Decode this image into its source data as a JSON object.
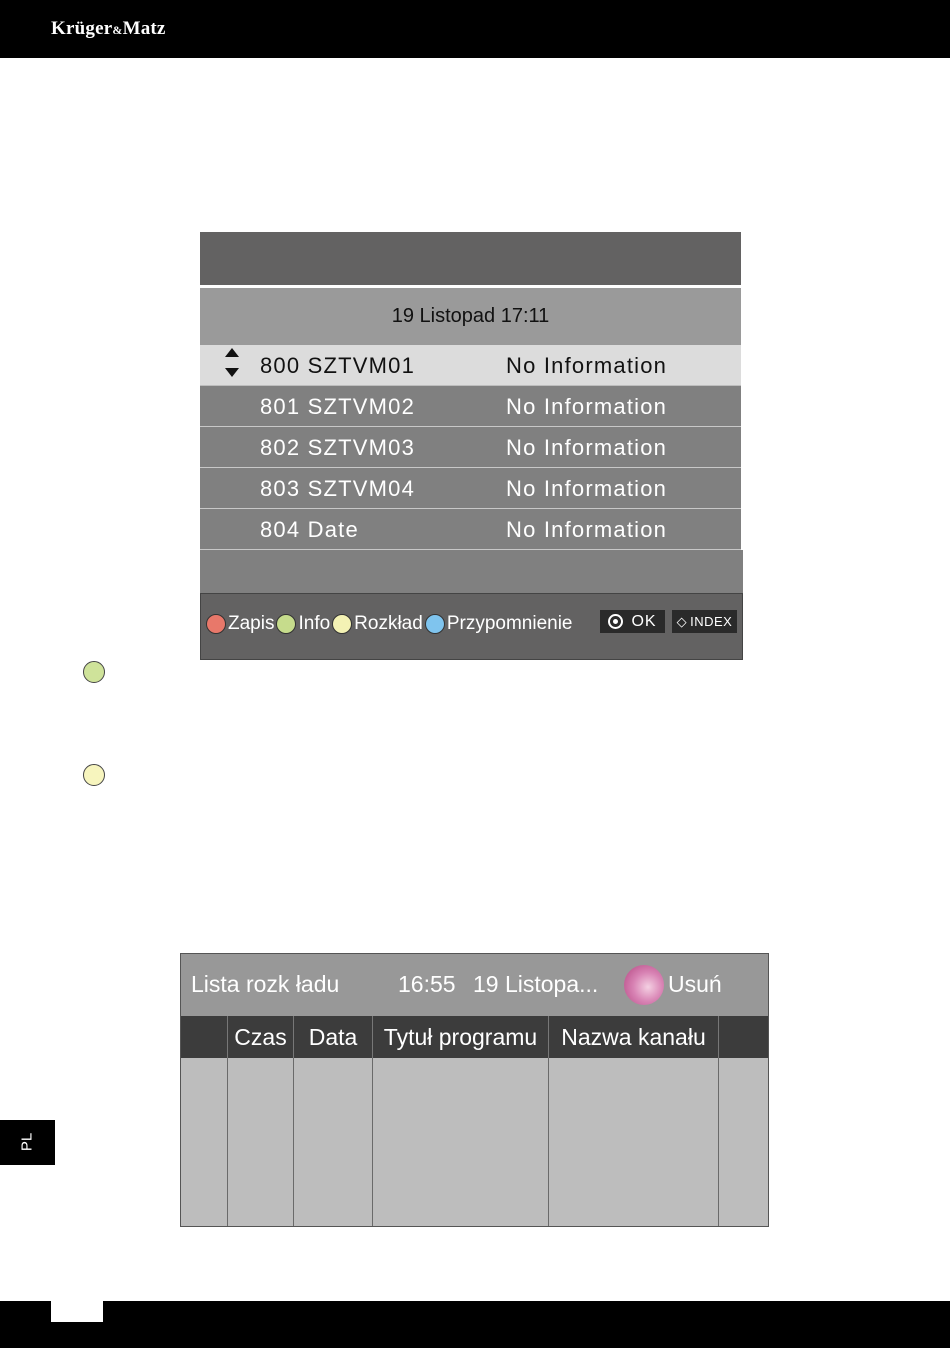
{
  "header": {
    "brand": "Krüger",
    "brand_amp": "&",
    "brand_tail": "Matz"
  },
  "side_tab": {
    "language": "PL"
  },
  "epg": {
    "date_time": "19 Listopad 17:11",
    "rows": [
      {
        "channel": "800 SZTVM01",
        "info": "No Information",
        "selected": true
      },
      {
        "channel": "801 SZTVM02",
        "info": "No Information",
        "selected": false
      },
      {
        "channel": "802 SZTVM03",
        "info": "No Information",
        "selected": false
      },
      {
        "channel": "803 SZTVM04",
        "info": "No Information",
        "selected": false
      },
      {
        "channel": "804 Date",
        "info": "No Information",
        "selected": false
      }
    ],
    "footer": {
      "zapis": "Zapis",
      "info": "Info",
      "rozklad": "Rozkład",
      "przypomnienie": "Przypomnienie",
      "ok": "OK",
      "index": "INDEX"
    },
    "colors": {
      "red": "#e8786a",
      "green": "#c6dc8c",
      "yellow": "#f4f2b4",
      "blue": "#7fc4ee"
    }
  },
  "bullets": {
    "green": "#cfe39a",
    "yellow": "#f7f5be"
  },
  "schedule": {
    "title": "Lista rozk ładu",
    "time": "16:55",
    "date": "19 Listopa...",
    "delete_label": "Usuń",
    "columns": [
      "",
      "Czas",
      "Data",
      "Tytuł programu",
      "Nazwa kanału",
      ""
    ],
    "empty_rows": 4
  }
}
